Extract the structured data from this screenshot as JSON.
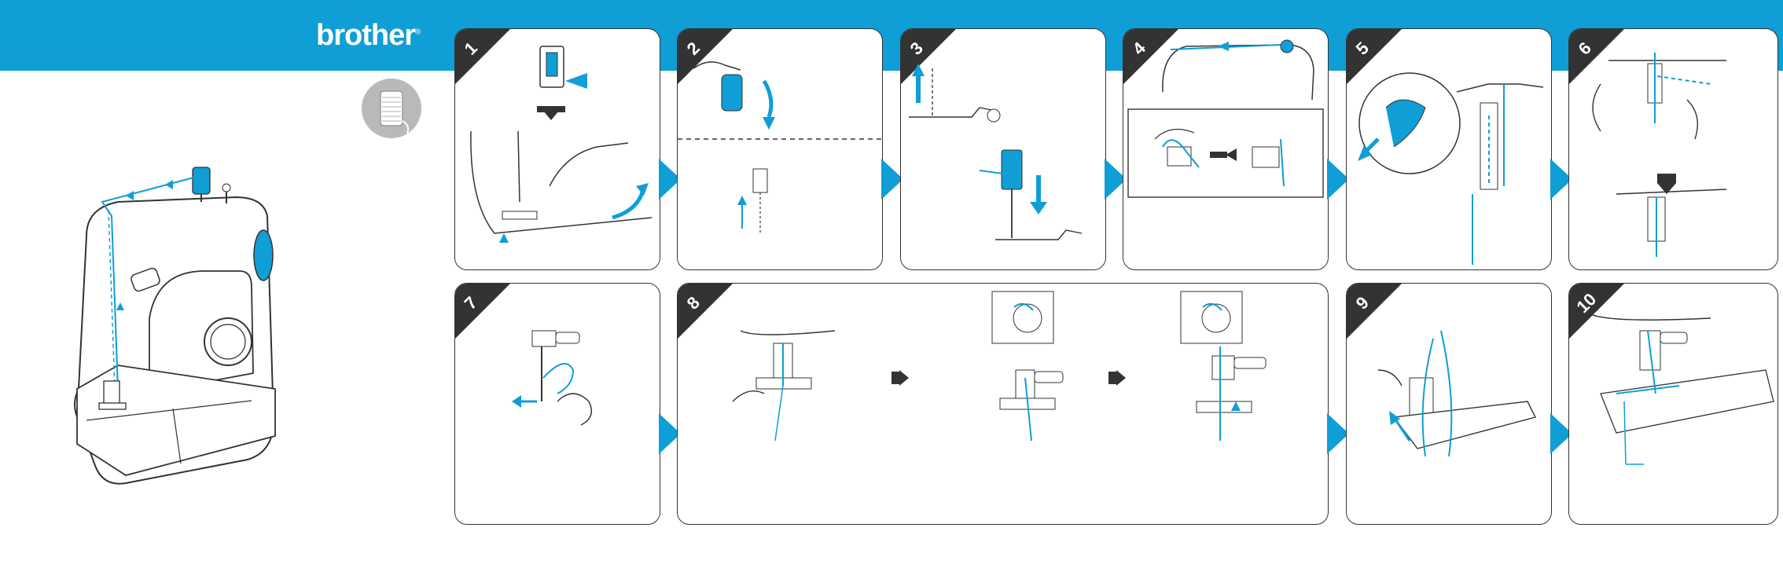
{
  "brand": {
    "logo_text": "brother",
    "logo_mark": "®"
  },
  "colors": {
    "accent": "#0f9ed6",
    "line": "#333333",
    "badge": "#b9b9b9"
  },
  "icons": {
    "spool_badge": "thread-spool-icon",
    "main_illustration": "sewing-machine-threading-illustration",
    "step_arrow": "triangle-right-icon"
  },
  "steps": [
    {
      "number": "1",
      "icon": "presser-foot-lever-up-icon"
    },
    {
      "number": "2",
      "icon": "handwheel-needle-up-icon"
    },
    {
      "number": "3",
      "icon": "spool-pin-icon"
    },
    {
      "number": "4",
      "icon": "thread-guide-icon"
    },
    {
      "number": "5",
      "icon": "take-up-lever-icon"
    },
    {
      "number": "6",
      "icon": "needle-bar-guide-icon"
    },
    {
      "number": "7",
      "icon": "needle-eye-thread-icon"
    },
    {
      "number": "8",
      "icon": "needle-threader-icon"
    },
    {
      "number": "9",
      "icon": "thread-loop-pull-icon"
    },
    {
      "number": "10",
      "icon": "thread-under-foot-icon"
    }
  ]
}
